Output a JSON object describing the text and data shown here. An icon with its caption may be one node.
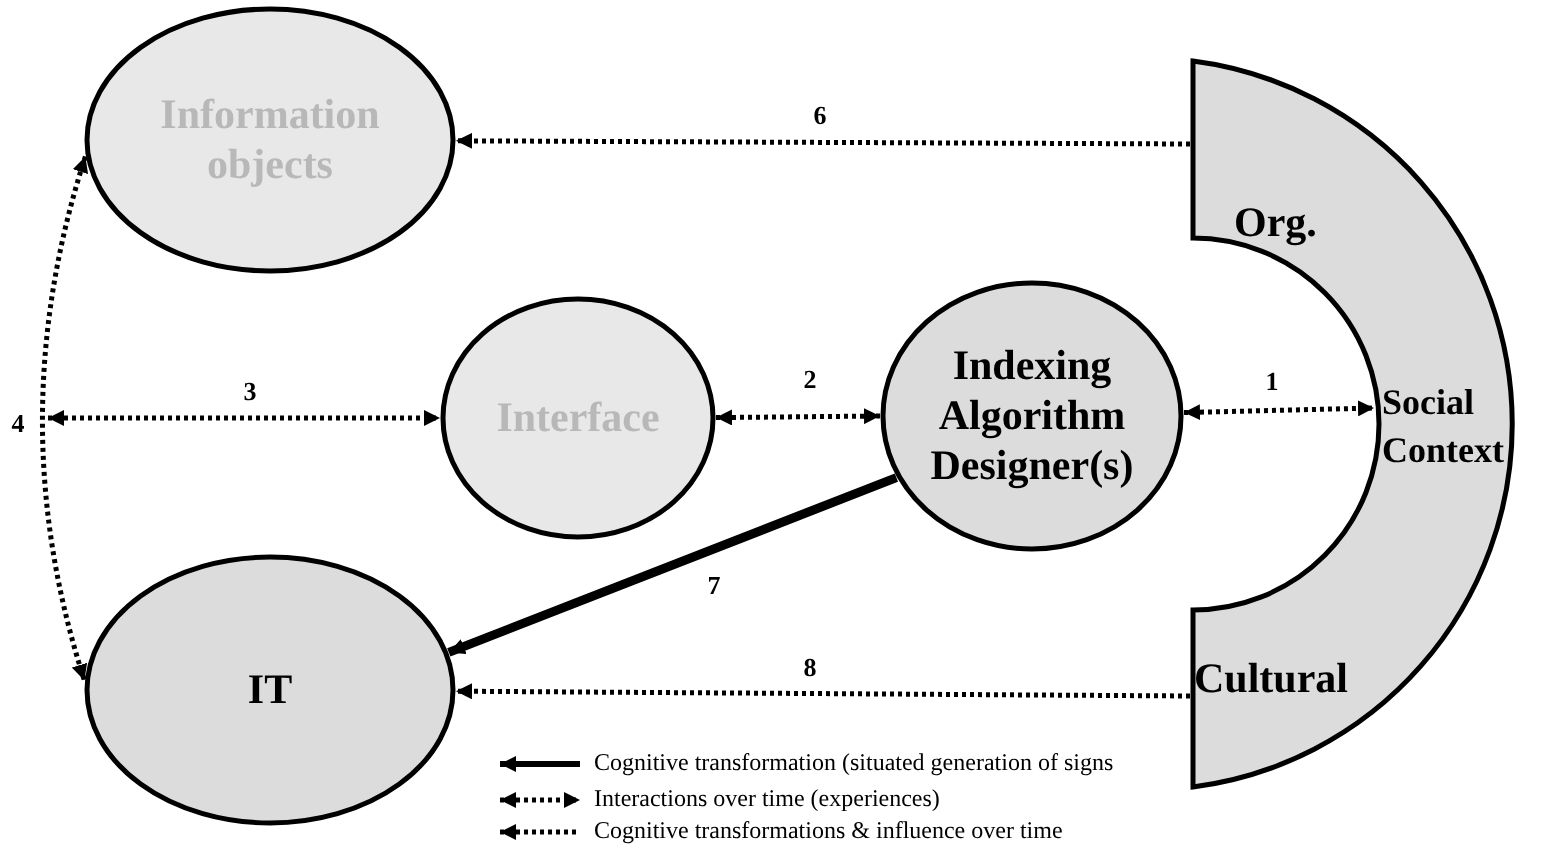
{
  "diagram": {
    "nodes": [
      {
        "text": [
          "Information objects"
        ]
      },
      {
        "text": [
          "Interface"
        ]
      },
      {
        "text": [
          "Indexing Algorithm Designer(s)"
        ]
      },
      {
        "text": [
          "IT"
        ]
      },
      {
        "text": [
          "Org.",
          "Social Context",
          "Cultural"
        ]
      }
    ],
    "edges": [
      {
        "from": 4,
        "to": 0,
        "arrow": "to",
        "label": "6",
        "style": "dashed"
      },
      {
        "from": null,
        "to": 1,
        "arrow": "both",
        "label": "3",
        "style": "dashed"
      },
      {
        "from": 0,
        "to": 3,
        "arrow": "both",
        "label": "4",
        "style": "dashed"
      },
      {
        "from": 1,
        "to": 2,
        "arrow": "both",
        "label": "2",
        "style": "dashed"
      },
      {
        "from": 2,
        "to": 4,
        "arrow": "both",
        "label": "1",
        "style": "dashed"
      },
      {
        "from": 2,
        "to": 3,
        "arrow": "to",
        "label": "7",
        "style": "thick"
      },
      {
        "from": 4,
        "to": 3,
        "arrow": "to",
        "label": "8",
        "style": "dashed"
      }
    ],
    "legend": [
      {
        "text": "Cognitive transformation (situated generation of signs"
      },
      {
        "text": "Interactions over time (experiences)"
      },
      {
        "text": "Cognitive transformations & influence over time"
      }
    ]
  }
}
